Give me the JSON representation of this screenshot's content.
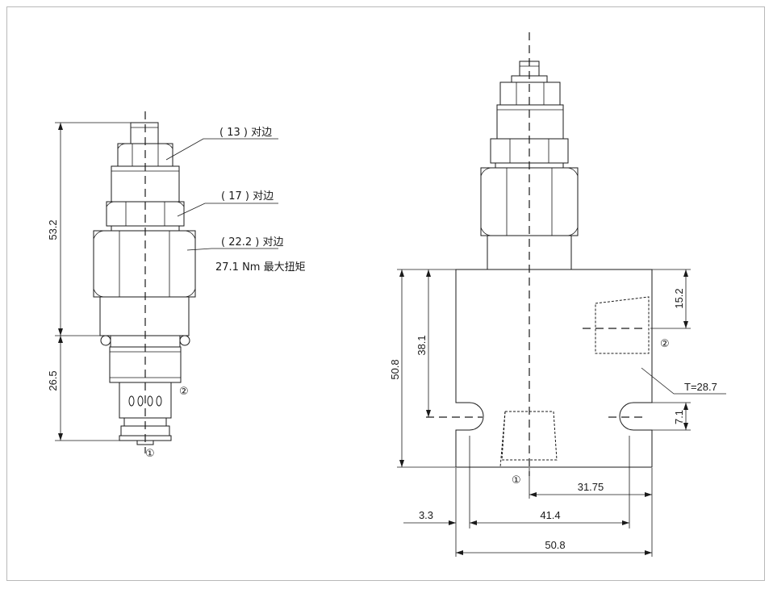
{
  "left_view": {
    "callouts": {
      "hex_13": "( 13 ) 对边",
      "hex_17": "( 17 ) 对边",
      "hex_22": "( 22.2 ) 对边",
      "torque": "27.1 Nm 最大扭矩"
    },
    "dims": {
      "overall_height": "53.2",
      "lower_height": "26.5"
    },
    "ports": {
      "port1": "①",
      "port2": "②"
    }
  },
  "right_view": {
    "dims": {
      "block_height": "50.8",
      "centerline_height": "38.1",
      "top_to_port2": "15.2",
      "mount_hole_height": "7.1",
      "port_offset": "31.75",
      "edge_offset": "3.3",
      "hole_spacing": "41.4",
      "block_width": "50.8",
      "thickness": "T=28.7"
    },
    "ports": {
      "port1": "①",
      "port2": "②"
    }
  }
}
